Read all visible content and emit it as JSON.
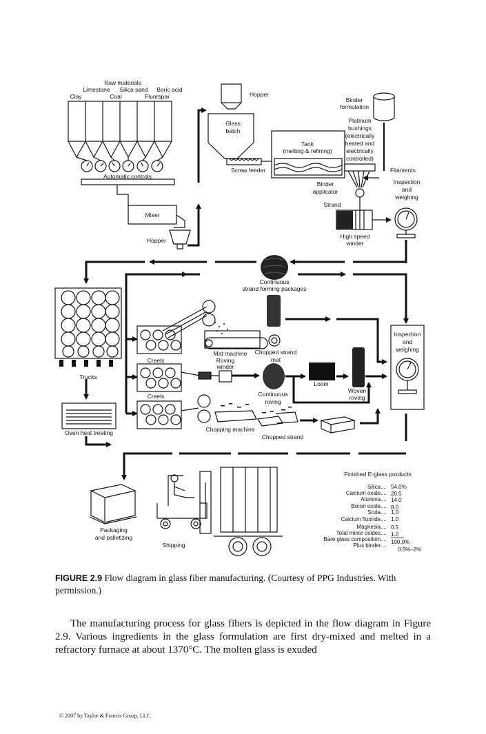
{
  "figure": {
    "raw_materials": {
      "title": "Raw materials",
      "items": [
        "Clay",
        "Limestone",
        "Silica sand",
        "Coal",
        "Boric acid",
        "Fluorspar"
      ]
    },
    "labels": {
      "automatic_controls": "Automatic controls",
      "mixer": "Mixer",
      "hopper_bottom": "Hopper",
      "hopper_top": "Hopper",
      "glass_batch_1": "Glass",
      "glass_batch_2": "batch",
      "screw_feeder": "Screw feeder",
      "tank_1": "Tank",
      "tank_2": "(melting & refining)",
      "binder_formulation_1": "Binder",
      "binder_formulation_2": "formulation",
      "platinum_bushings": [
        "Platinum",
        "bushings",
        "(electrically",
        "heated and",
        "electrically",
        "controlled)"
      ],
      "filaments": "Filaments",
      "inspection_top": [
        "Inspection",
        "and",
        "weighing"
      ],
      "binder_applicator_1": "Binder",
      "binder_applicator_2": "applicator",
      "strand": "Strand",
      "high_speed_winder_1": "High speed",
      "high_speed_winder_2": "winder",
      "continuous_packages_1": "Continuous",
      "continuous_packages_2": "strand forming packages",
      "trucks": "Trucks",
      "oven_heat_treating": "Oven heat treating",
      "creels_1": "Creels",
      "creels_2": "Creels",
      "mat_machine": "Mat machine",
      "chopped_strand_mat_1": "Chopped strand",
      "chopped_strand_mat_2": "mat",
      "roving_winder_1": "Roving",
      "roving_winder_2": "winder",
      "loom": "Loom",
      "woven_roving_1": "Woven",
      "woven_roving_2": "roving",
      "continuous_roving_1": "Continuous",
      "continuous_roving_2": "roving",
      "chopping_machine": "Chopping machine",
      "chopped_strand": "Chopped strand",
      "inspection_right": [
        "Inspection",
        "and",
        "weighing"
      ],
      "packaging_1": "Packaging",
      "packaging_2": "and palletizing",
      "shipping": "Shipping"
    },
    "products": {
      "title": "Finished E-glass products",
      "rows": [
        {
          "name": "Silica....",
          "value": "54.0%"
        },
        {
          "name": "Calcium oxide....",
          "value": "20.5"
        },
        {
          "name": "Alumina....",
          "value": "14.0"
        },
        {
          "name": "Boron oxide....",
          "value": "8.0"
        },
        {
          "name": "Soda....",
          "value": "1.0"
        },
        {
          "name": "Calcium fluoride....",
          "value": "1.0"
        },
        {
          "name": "Magnesia....",
          "value": "0.5"
        },
        {
          "name": "Total minor oxides....",
          "value": "1.0"
        },
        {
          "name": "Bare glass composition....",
          "value": "100.0%"
        },
        {
          "name": "Plus binder....",
          "value": "0.5%–2%"
        }
      ]
    }
  },
  "caption": {
    "label": "FIGURE 2.9",
    "text": "Flow diagram in glass fiber manufacturing. (Courtesy of PPG Industries. With permission.)"
  },
  "paragraph": "The manufacturing process for glass fibers is depicted in the flow diagram in Figure 2.9. Various ingredients in the glass formulation are first dry-mixed and melted in a refractory furnace at about 1370°C. The molten glass is exuded",
  "footer": "© 2007 by Taylor & Francis Group, LLC."
}
